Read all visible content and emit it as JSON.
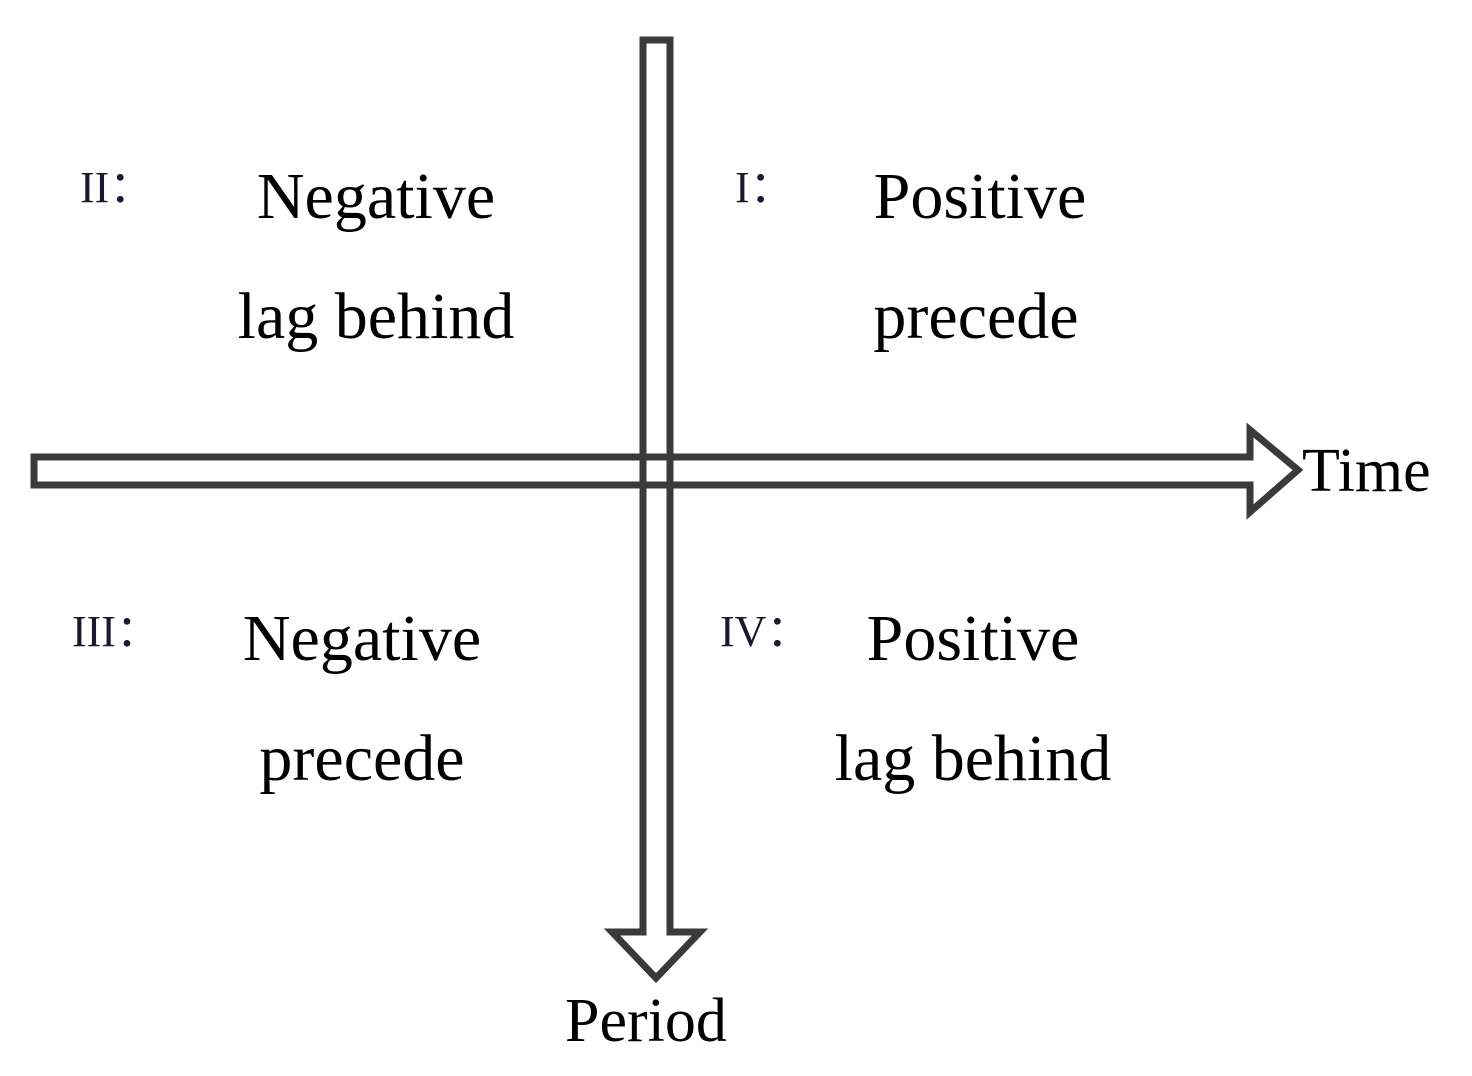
{
  "axes": {
    "horizontal_label": "Time",
    "vertical_label": "Period"
  },
  "quadrants": {
    "q1": {
      "numeral": "I：",
      "line1": "Positive",
      "line2": "precede"
    },
    "q2": {
      "numeral": "II：",
      "line1": "Negative",
      "line2": "lag behind"
    },
    "q3": {
      "numeral": "III：",
      "line1": "Negative",
      "line2": "precede"
    },
    "q4": {
      "numeral": "IV：",
      "line1": "Positive",
      "line2": "lag behind"
    }
  },
  "colors": {
    "arrow_stroke": "#3a3a3a",
    "arrow_fill": "#ffffff",
    "text": "#000000"
  }
}
